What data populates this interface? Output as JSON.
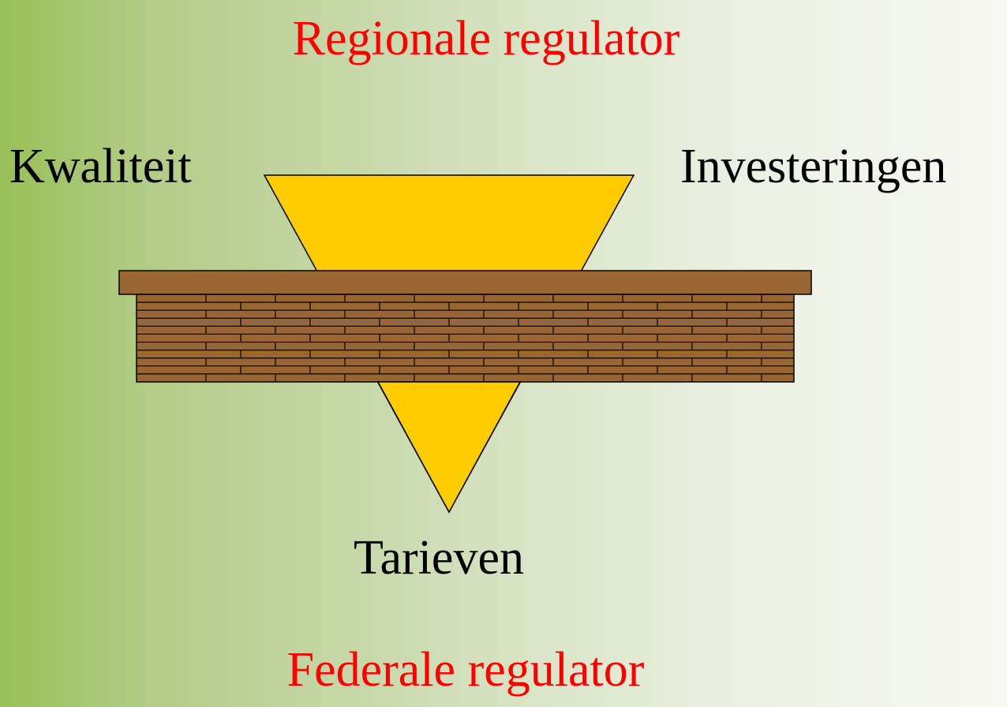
{
  "diagram": {
    "title_top": "Regionale regulator",
    "title_bottom": "Federale regulator",
    "label_left": "Kwaliteit",
    "label_right": "Investeringen",
    "label_bottom": "Tarieven"
  },
  "colors": {
    "title": "#ff0000",
    "label": "#000000",
    "triangle_fill": "#ffcc00",
    "brick_fill": "#996633",
    "outline": "#000000"
  }
}
